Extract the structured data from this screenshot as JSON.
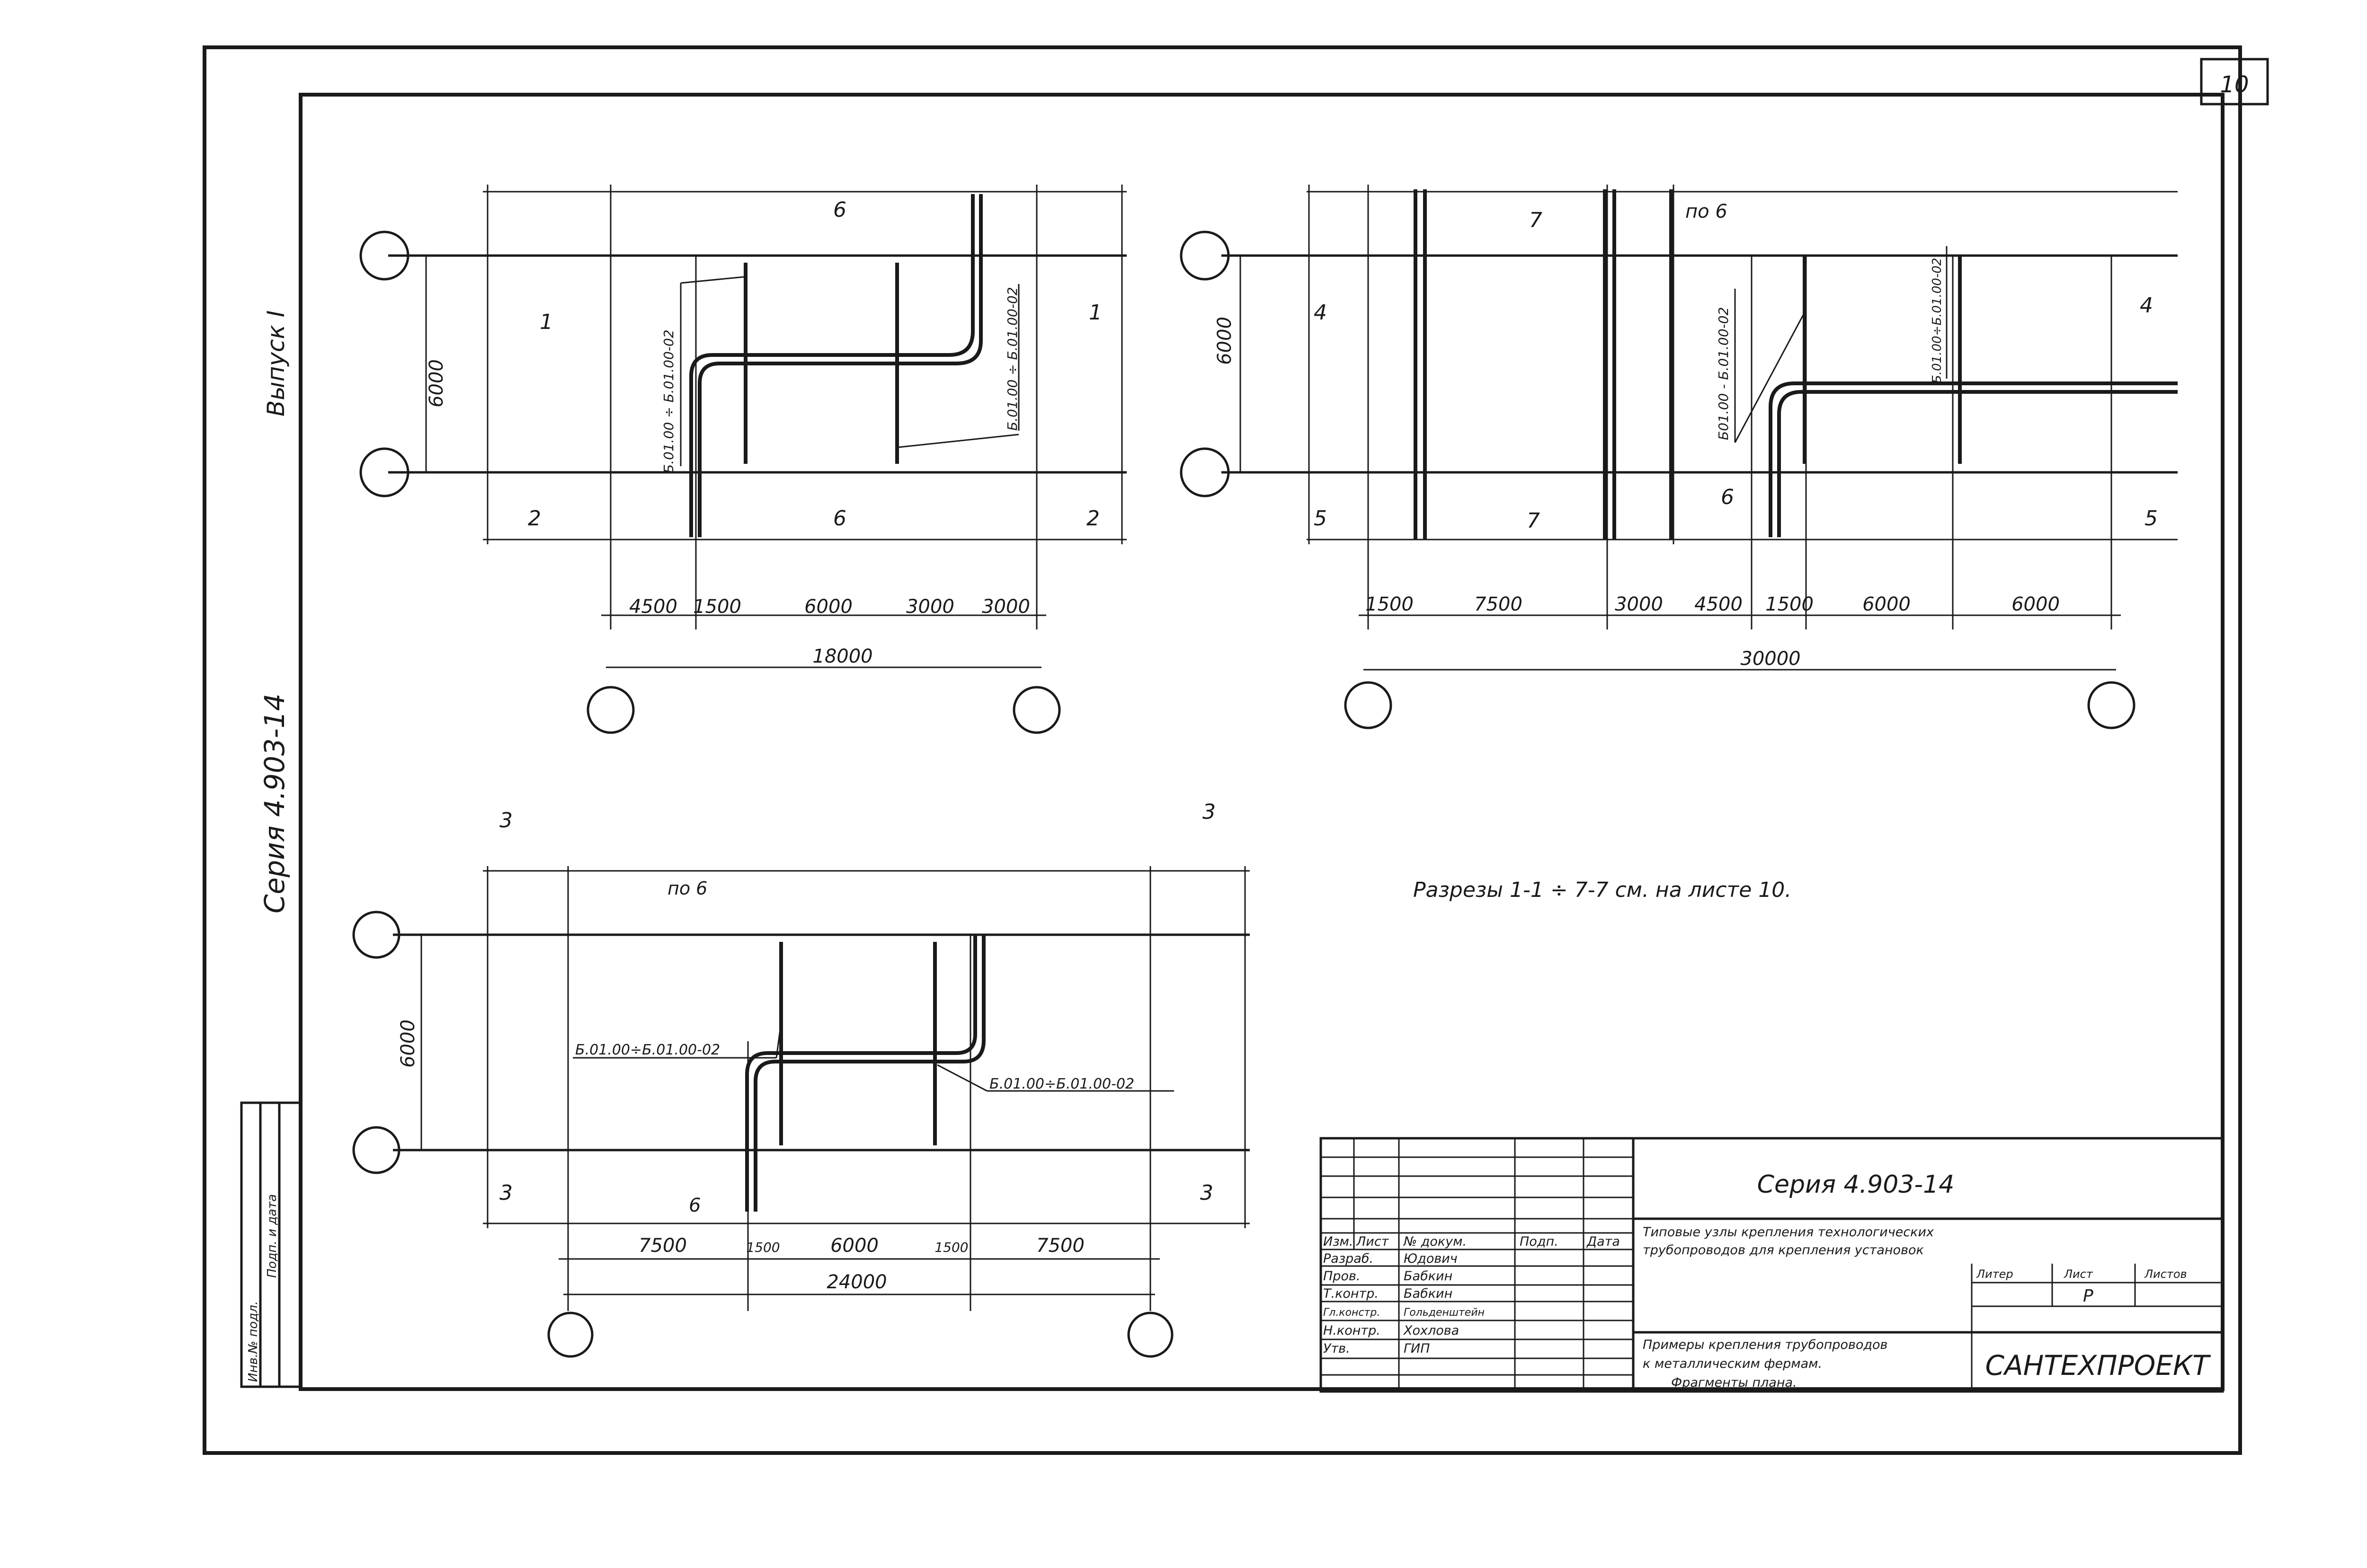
{
  "sheet_number": "10",
  "margin": {
    "series": "Серия 4.903-14",
    "issue": "Выпуск I",
    "approval_columns": [
      "Инв.№ подл.",
      "Подп. и дата"
    ]
  },
  "note": "Разрезы 1-1 ÷ 7-7 см. на листе 10.",
  "plan1": {
    "span_height": "6000",
    "dims": [
      "4500",
      "1500",
      "6000",
      "3000",
      "3000"
    ],
    "total": "18000",
    "cuts": [
      "1",
      "1",
      "2",
      "2",
      "6",
      "6"
    ],
    "labels": [
      "Б.01.00 ÷ Б.01.00-02",
      "Б.01.00 ÷ Б.01.00-02"
    ]
  },
  "plan2": {
    "span_height": "6000",
    "dims": [
      "1500",
      "7500",
      "3000",
      "4500",
      "1500",
      "6000",
      "6000"
    ],
    "total": "30000",
    "cuts": [
      "7",
      "по 6",
      "4",
      "4",
      "5",
      "5",
      "7",
      "6"
    ],
    "labels": [
      "Б01.00 - Б.01.00-02",
      "Б.01.00÷Б.01.00-02"
    ]
  },
  "plan3": {
    "span_height": "6000",
    "dims": [
      "7500",
      "1500",
      "6000",
      "1500",
      "7500"
    ],
    "total": "24000",
    "cuts": [
      "3",
      "3",
      "3",
      "3",
      "по 6",
      "6"
    ],
    "labels": [
      "Б.01.00÷Б.01.00-02",
      "Б.01.00÷Б.01.00-02"
    ]
  },
  "title_block": {
    "series": "Серия 4.903-14",
    "title_line1": "Типовые узлы крепления технологических",
    "title_line2": "трубопроводов для крепления установок",
    "sheet_title_line1": "Примеры крепления трубопроводов",
    "sheet_title_line2": "к металлическим фермам.",
    "sheet_title_line3": "Фрагменты плана.",
    "header_cols": [
      "Изм.",
      "Лист",
      "№ докум.",
      "Подп.",
      "Дата"
    ],
    "roles": [
      "Разраб.",
      "Пров.",
      "Т.контр.",
      "Гл.констр.",
      "Н.контр.",
      "Утв."
    ],
    "names": [
      "Юдович",
      "Бабкин",
      "Бабкин",
      "Гольденштейн",
      "Хохлова",
      "ГИП"
    ],
    "stage_cols": [
      "Литер",
      "Лист",
      "Листов"
    ],
    "stage": "Р",
    "organization": "САНТЕХПРОЕКТ"
  }
}
